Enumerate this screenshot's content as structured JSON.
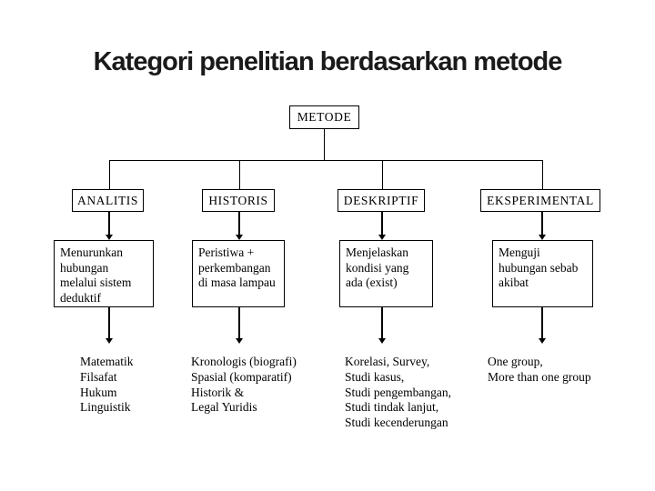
{
  "slide": {
    "title": "Kategori penelitian berdasarkan metode",
    "root_label": "METODE",
    "columns": [
      {
        "header": "ANALITIS",
        "description_lines": [
          "Menurunkan",
          "hubungan",
          "melalui sistem",
          "deduktif"
        ],
        "examples": [
          "Matematik",
          "Filsafat",
          "Hukum",
          "Linguistik"
        ]
      },
      {
        "header": "HISTORIS",
        "description_lines": [
          "Peristiwa +",
          "perkembangan",
          "di masa lampau"
        ],
        "examples": [
          "Kronologis (biografi)",
          "Spasial (komparatif)",
          "Historik &",
          "Legal Yuridis"
        ]
      },
      {
        "header": "DESKRIPTIF",
        "description_lines": [
          "Menjelaskan",
          "kondisi yang",
          "ada (exist)"
        ],
        "examples": [
          "Korelasi, Survey,",
          "Studi kasus,",
          "Studi pengembangan,",
          "Studi tindak lanjut,",
          "Studi kecenderungan"
        ]
      },
      {
        "header": "EKSPERIMENTAL",
        "description_lines": [
          "Menguji",
          "hubungan sebab",
          "akibat"
        ],
        "examples": [
          "One group,",
          "More than one group"
        ]
      }
    ],
    "colors": {
      "background": "#ffffff",
      "line": "#000000",
      "text": "#000000",
      "title": "#1a1a1a"
    }
  }
}
